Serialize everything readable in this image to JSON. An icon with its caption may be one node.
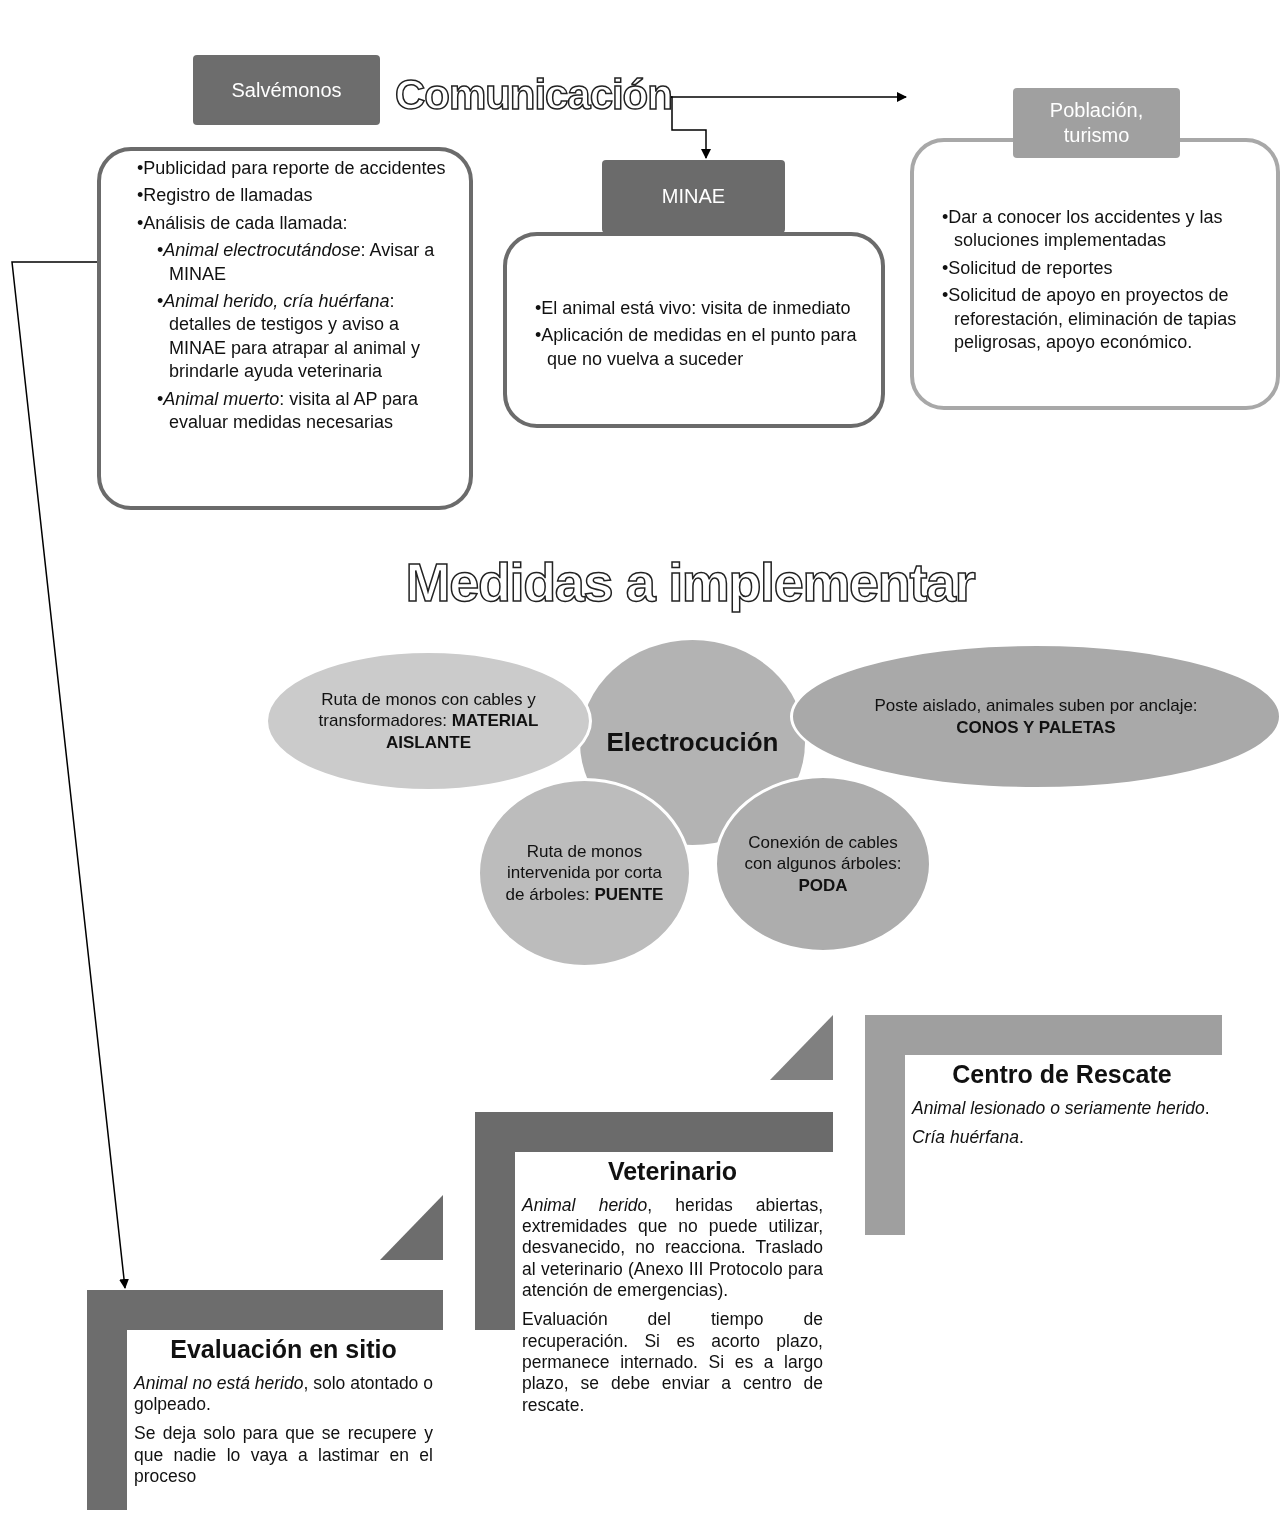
{
  "diagram": {
    "nodes": [
      {
        "text": [
          "Comunicación"
        ]
      },
      {
        "text": [
          "Salvémonos",
          "•Publicidad para reporte de accidentes",
          "•Registro de llamadas",
          "•Análisis de cada llamada:",
          "•*Animal electrocutándose*: Avisar a MINAE",
          "•*Animal herido, cría huérfana*: detalles de testigos y aviso a MINAE para atrapar al animal y brindarle ayuda veterinaria",
          "•*Animal muerto*: visita al AP para evaluar medidas necesarias"
        ]
      },
      {
        "text": [
          "MINAE",
          "•El animal está vivo: visita de inmediato",
          "•Aplicación de medidas en el punto para que no vuelva a suceder"
        ]
      },
      {
        "text": [
          "Población, turismo",
          "•Dar a conocer los accidentes y las soluciones implementadas",
          "•Solicitud de reportes",
          "•Solicitud de apoyo en proyectos de reforestación, eliminación de tapias peligrosas, apoyo económico."
        ]
      },
      {
        "text": [
          "Electrocución"
        ]
      },
      {
        "text": [
          "Ruta de monos con cables y transformadores: **MATERIAL AISLANTE**"
        ]
      },
      {
        "text": [
          "Poste aislado, animales suben por anclaje: **CONOS Y PALETAS**"
        ]
      },
      {
        "text": [
          "Ruta de monos intervenida por corta de árboles: **PUENTE**"
        ]
      },
      {
        "text": [
          "Conexión de cables con algunos árboles: **PODA**"
        ]
      },
      {
        "text": [
          "Evaluación en sitio",
          "*Animal no está herido*, solo atontado o golpeado.",
          "Se deja solo para que se recupere y que nadie lo vaya a lastimar en el proceso"
        ]
      },
      {
        "text": [
          "Veterinario",
          "*Animal herido*, heridas abiertas, extremidades que no puede utilizar, desvanecido, no reacciona. Traslado al veterinario (Anexo III Protocolo para atención de emergencias).",
          "Evaluación del tiempo de recuperación. Si es acorto plazo, permanece internado. Si es a largo plazo, se debe enviar a centro de rescate."
        ]
      },
      {
        "text": [
          "Centro de Rescate",
          "*Animal lesionado o seriamente herido*.",
          "*Cría huérfana*."
        ]
      }
    ],
    "edges": [
      {
        "from": 0,
        "to": 2,
        "arrow": "to"
      },
      {
        "from": 0,
        "to": 3,
        "arrow": "to"
      },
      {
        "from": 1,
        "to": 9,
        "arrow": "to"
      }
    ],
    "labels": [
      "Medidas a implementar"
    ]
  }
}
